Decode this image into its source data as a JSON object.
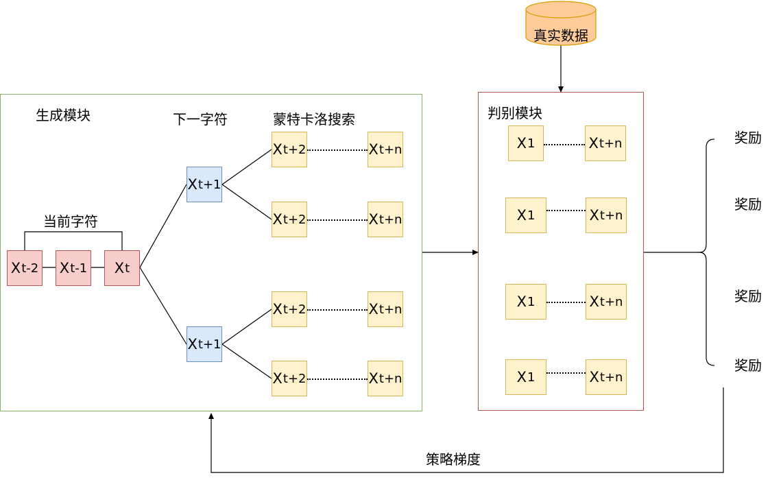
{
  "generator": {
    "title": "生成模块",
    "current_label": "当前字符",
    "next_label": "下一字符",
    "mcts_label": "蒙特卡洛搜索",
    "current_tokens": [
      {
        "base": "X",
        "sub": "t-2"
      },
      {
        "base": "X",
        "sub": "t-1"
      },
      {
        "base": "X",
        "sub": "t"
      }
    ],
    "next_token": {
      "base": "X",
      "sub": "t+1"
    },
    "rollout_start": {
      "base": "X",
      "sub": "t+2"
    },
    "rollout_end": {
      "base": "X",
      "sub": "t+n"
    }
  },
  "discriminator": {
    "title": "判别模块",
    "seq_start": {
      "base": "X",
      "sub": "1"
    },
    "seq_end": {
      "base": "X",
      "sub": "t+n"
    }
  },
  "real_data": "真实数据",
  "reward_label": "奖励",
  "policy_gradient": "策略梯度",
  "colors": {
    "current": "#f8cecc",
    "next": "#dae8fc",
    "rollout": "#fff2cc",
    "generator_border": "#82b366",
    "discriminator_border": "#b85450"
  }
}
